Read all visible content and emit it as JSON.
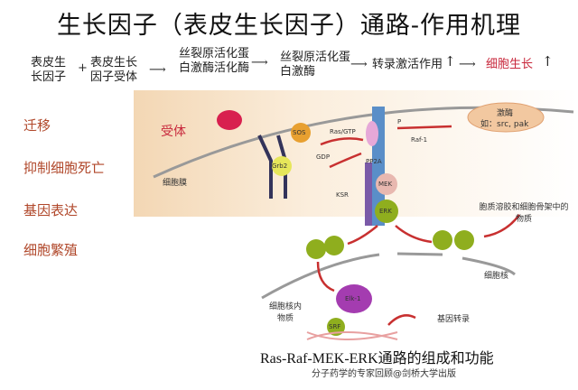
{
  "title": "生长因子（表皮生长因子）通路-作用机理",
  "flow": {
    "step1": "表皮生长因子",
    "plus": "+",
    "step2": "表皮生长因子受体",
    "step3": "丝裂原活化蛋白激酶活化酶",
    "step4": "丝裂原活化蛋白激酶",
    "step5": "转录激活作用",
    "step6": "细胞生长",
    "up_arrow": "↑"
  },
  "outcomes": [
    "迁移",
    "抑制细胞死亡",
    "基因表达",
    "细胞繁殖"
  ],
  "diagram": {
    "receptor": "受体",
    "membrane": "细胞膜",
    "grb2": "Grb2",
    "sos": "SOS",
    "ras_gtp": "Ras/GTP",
    "gdp": "GDP",
    "raf1": "Raf-1",
    "pp2a": "PP2A",
    "ksr": "KSR",
    "mek": "MEK",
    "erk": "ERK",
    "p": "P",
    "kinase_title": "激酶",
    "kinase_examples": "如：src, pak",
    "cytoplasm": "胞质溶胶和细胞骨架中的物质",
    "nucleus": "细胞核",
    "nuclear_material": "细胞核内物质",
    "elk1": "Elk-1",
    "srf": "SRF",
    "gene_transcription": "基因转录"
  },
  "caption": "Ras-Raf-MEK-ERK通路的组成和功能",
  "source": "分子药学的专家回顾@剑桥大学出版",
  "colors": {
    "accent_red": "#c8283c",
    "erk_green": "#8fae1e",
    "elk_purple": "#a43cb0",
    "raf_blue": "#5a8ec8"
  }
}
